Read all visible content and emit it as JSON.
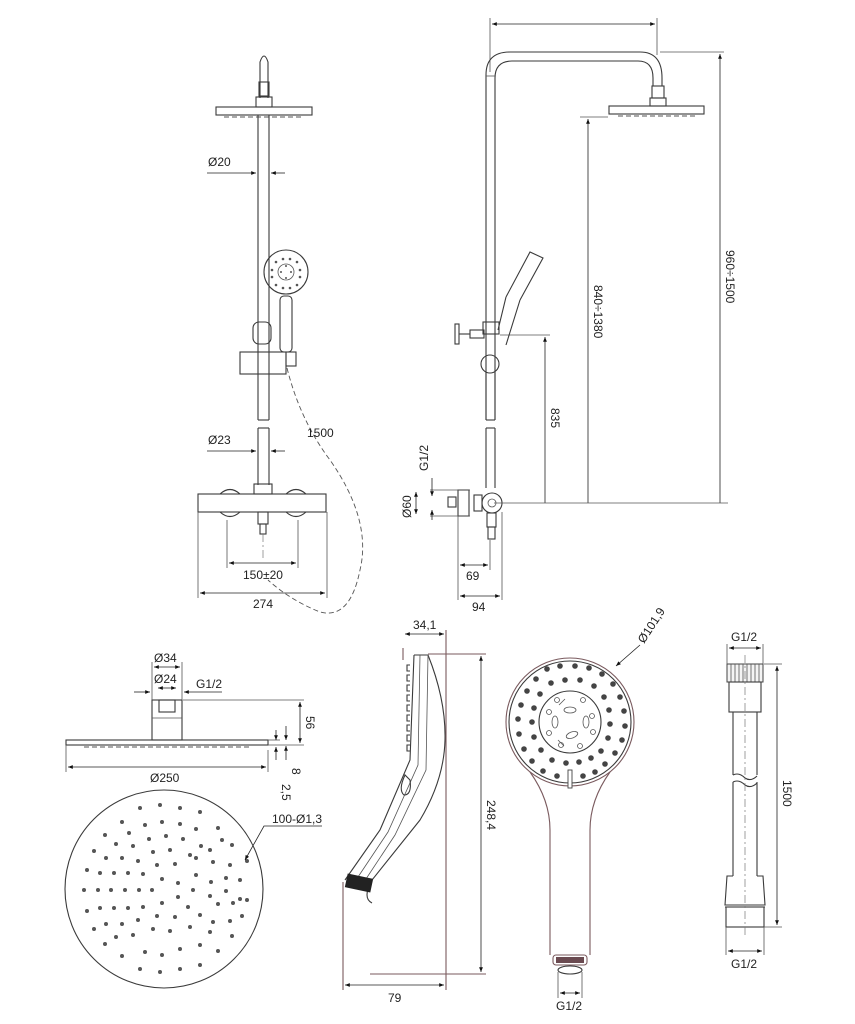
{
  "drawing": {
    "title": "Shower system technical drawing",
    "views": {
      "front_view": {
        "labels": {
          "pipe_diameter_upper": "Ø20",
          "pipe_diameter_lower": "Ø23",
          "hose_length": "1500",
          "inlet_spacing": "150±20",
          "mixer_width": "274"
        }
      },
      "side_view": {
        "labels": {
          "overall_height": "960÷1500",
          "head_height": "840÷1380",
          "holder_height": "835",
          "thread": "G1/2",
          "flange_diameter": "Ø60",
          "depth_inner": "69",
          "depth_outer": "94"
        }
      },
      "overhead_shower": {
        "labels": {
          "connector_outer": "Ø34",
          "connector_inner": "Ø24",
          "thread": "G1/2",
          "connector_height": "56",
          "disc_thickness": "8",
          "nozzle_height": "2,5",
          "disc_diameter": "Ø250",
          "nozzles": "100-Ø1,3"
        }
      },
      "hand_shower_side": {
        "labels": {
          "depth": "34,1",
          "length": "248,4",
          "width": "79"
        }
      },
      "hand_shower_front": {
        "labels": {
          "head_diameter": "Ø101,9",
          "thread": "G1/2"
        }
      },
      "hose": {
        "labels": {
          "thread_top": "G1/2",
          "length": "1500",
          "thread_bottom": "G1/2"
        }
      }
    }
  }
}
